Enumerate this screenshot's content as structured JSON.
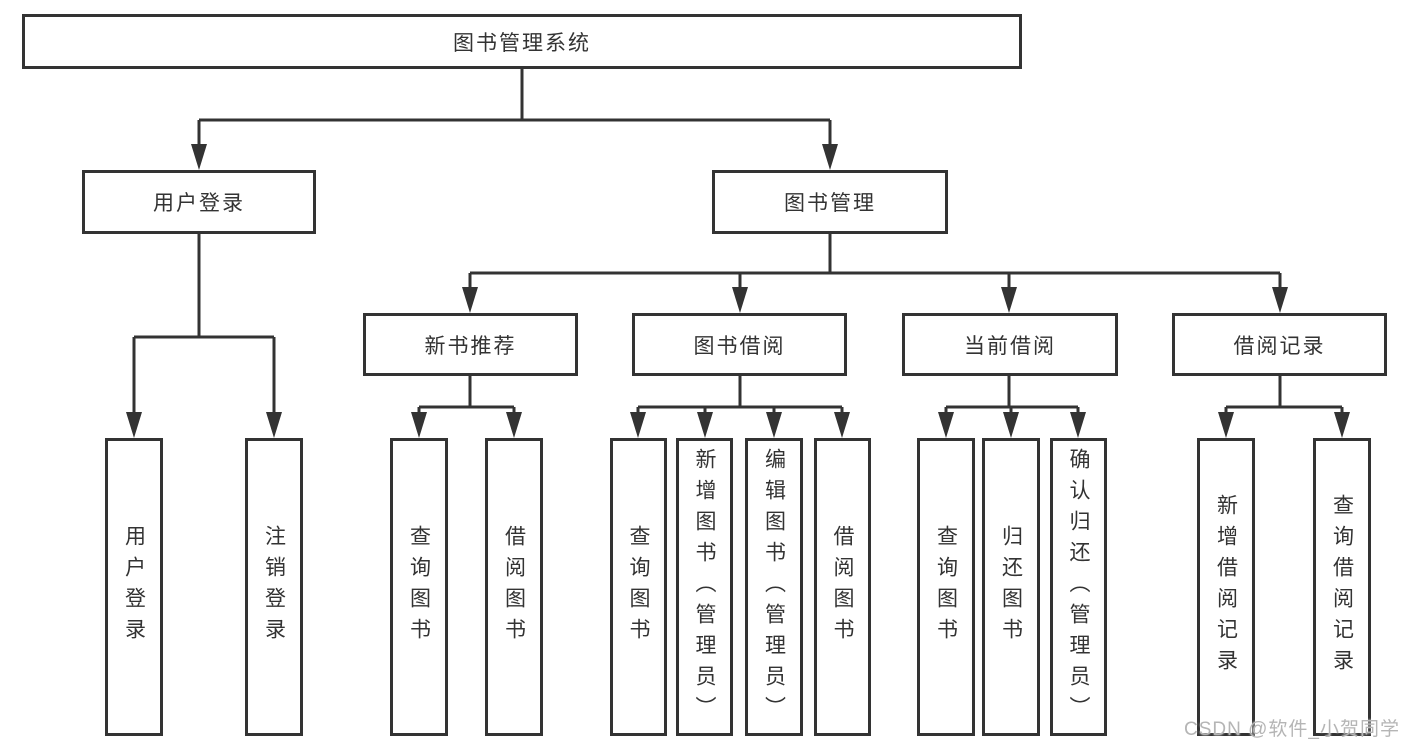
{
  "diagram": {
    "root": {
      "label": "图书管理系统"
    },
    "level1": [
      {
        "label": "用户登录"
      },
      {
        "label": "图书管理"
      }
    ],
    "level2": [
      {
        "label": "新书推荐"
      },
      {
        "label": "图书借阅"
      },
      {
        "label": "当前借阅"
      },
      {
        "label": "借阅记录"
      }
    ],
    "leaves": {
      "user_login": [
        {
          "label": "用户登录"
        },
        {
          "label": "注销登录"
        }
      ],
      "new_book_recommend": [
        {
          "label": "查询图书"
        },
        {
          "label": "借阅图书"
        }
      ],
      "book_borrow": [
        {
          "label": "查询图书"
        },
        {
          "label": "新增图书（管理员）"
        },
        {
          "label": "编辑图书（管理员）"
        },
        {
          "label": "借阅图书"
        }
      ],
      "current_borrow": [
        {
          "label": "查询图书"
        },
        {
          "label": "归还图书"
        },
        {
          "label": "确认归还（管理员）"
        }
      ],
      "borrow_records": [
        {
          "label": "新增借阅记录"
        },
        {
          "label": "查询借阅记录"
        }
      ]
    }
  },
  "watermark": {
    "text": "CSDN @软件_小贺同学"
  },
  "colors": {
    "line": "#333333",
    "text": "#333333",
    "background": "#ffffff",
    "watermark": "#b5b5b5"
  }
}
